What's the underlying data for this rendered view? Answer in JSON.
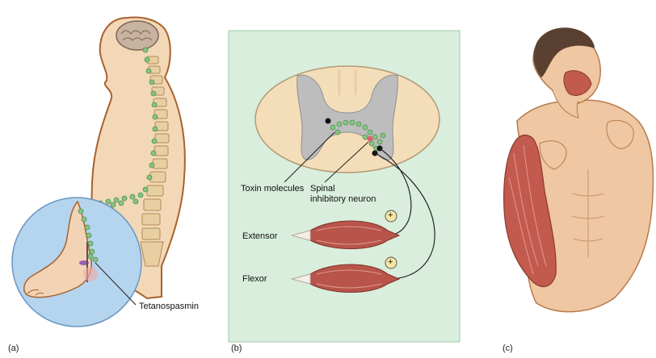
{
  "panels": {
    "a": {
      "label": "(a)",
      "annotation": "Tetanospasmin"
    },
    "b": {
      "label": "(b)",
      "toxin_label": "Toxin molecules",
      "neuron_label_line1": "Spinal",
      "neuron_label_line2": "inhibitory neuron",
      "extensor_label": "Extensor",
      "flexor_label": "Flexor",
      "plus_symbol": "+"
    },
    "c": {
      "label": "(c)"
    }
  },
  "colors": {
    "skin": "#f1d3b0",
    "skin_outline": "#9a5a2a",
    "bone": "#e8cfa2",
    "toxin_dot": "#7fbf7a",
    "panel_b_bg": "#d9eedd",
    "panel_b_border": "#9cc9a6",
    "muscle": "#b8544a",
    "grey_matter": "#b9b9b9",
    "circle_bg": "#a9cdeb"
  }
}
